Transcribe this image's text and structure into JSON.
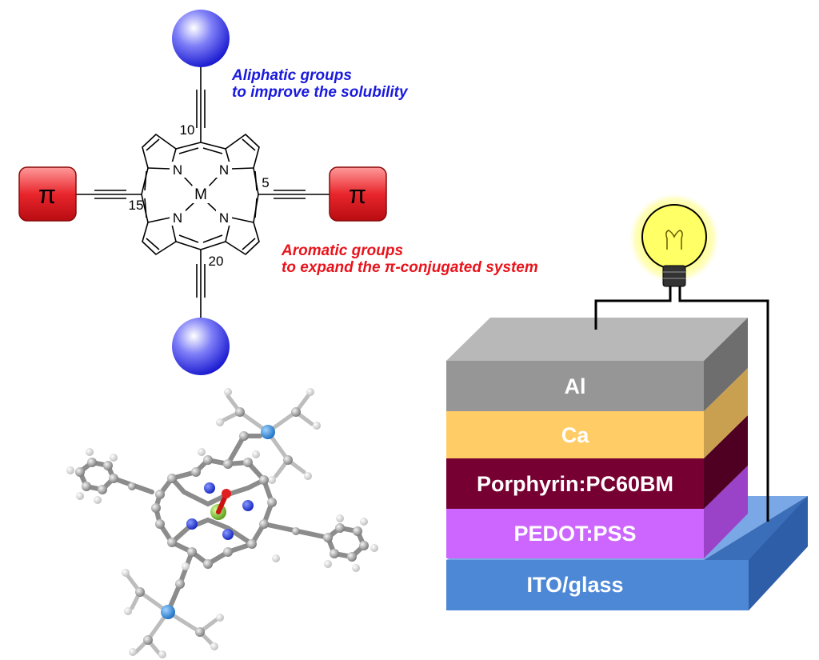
{
  "colors": {
    "aliphatic_note": "#1a1adf",
    "aromatic_note": "#e8141c",
    "sphere": "#3b3bf0",
    "pi_box": "#e6222a",
    "al_layer": "#969696",
    "ca_layer": "#ffcc66",
    "active_layer": "#7a0033",
    "pedot_layer": "#cc66ff",
    "ito_layer": "#4d88d6",
    "bulb_glow": "#ffff66",
    "atom_carbon": "#9a9a9a",
    "atom_nitrogen": "#2233dd",
    "atom_silicon": "#2d8ad8",
    "atom_metal": "#88cc33",
    "atom_oxygen": "#dd1111"
  },
  "molecule": {
    "metal": "M",
    "nitrogen": "N",
    "pi_left": "π",
    "pi_right": "π",
    "pos_5": "5",
    "pos_10": "10",
    "pos_15": "15",
    "pos_20": "20"
  },
  "annotations": {
    "aliphatic": [
      "Aliphatic groups",
      "to improve the solubility"
    ],
    "aromatic": [
      "Aromatic groups",
      "to expand the π-conjugated system"
    ]
  },
  "device": {
    "layers": [
      "Al",
      "Ca",
      "Porphyrin:PC60BM",
      "PEDOT:PSS",
      "ITO/glass"
    ]
  }
}
